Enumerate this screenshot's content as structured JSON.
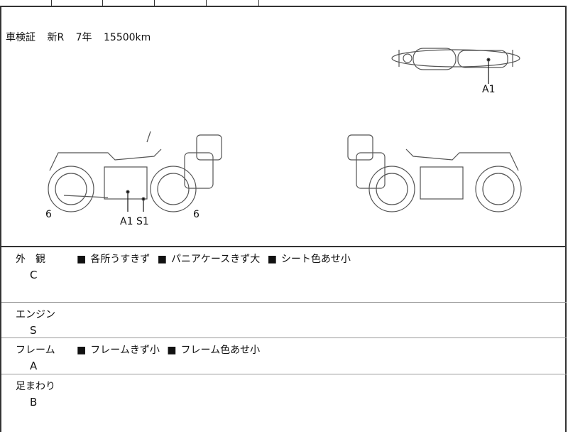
{
  "inspection": {
    "label": "車検証",
    "type": "新R",
    "years": "7年",
    "mileage": "15500km"
  },
  "diagram_labels": {
    "top_view": "A1",
    "left_front": "6",
    "left_rear": "6",
    "left_a1": "A1",
    "left_s1": "S1"
  },
  "sections": [
    {
      "name": "外　観",
      "grade": "C",
      "notes": [
        "各所うすきず",
        "パニアケースきず大",
        "シート色あせ小"
      ]
    },
    {
      "name": "エンジン",
      "grade": "S",
      "notes": []
    },
    {
      "name": "フレーム",
      "grade": "A",
      "notes": [
        "フレームきず小",
        "フレーム色あせ小"
      ]
    },
    {
      "name": "足まわり",
      "grade": "B",
      "notes": []
    }
  ],
  "bullet": "■"
}
